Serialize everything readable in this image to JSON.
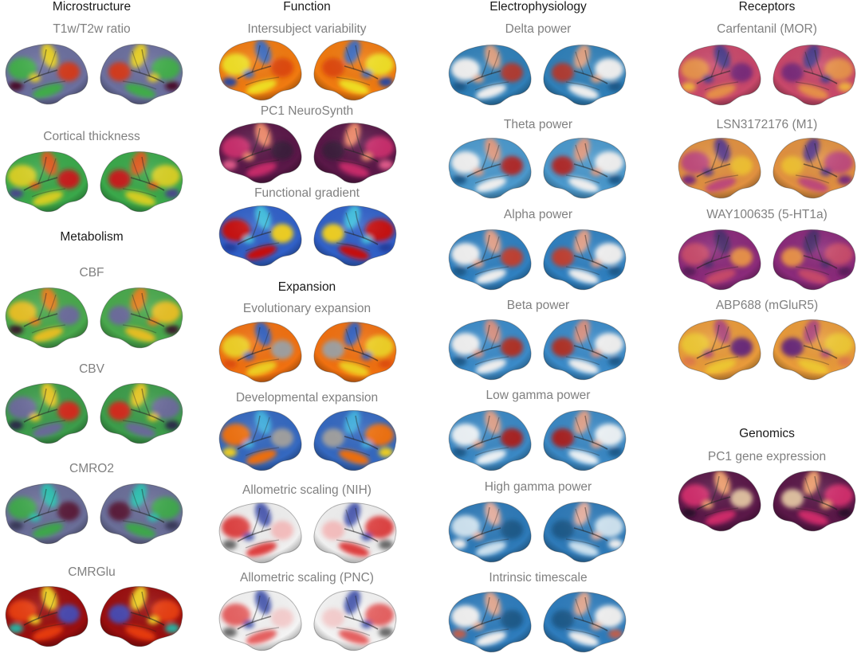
{
  "figure": {
    "columns": [
      {
        "sections": [
          {
            "header": "Microstructure",
            "maps": [
              {
                "label": "T1w/T2w ratio",
                "colormap": [
                  "#6b6f9e",
                  "#3fae4a",
                  "#e8d020",
                  "#d43a1a",
                  "#4a0a2a"
                ]
              },
              {
                "label": "Cortical thickness",
                "colormap": [
                  "#3aa84a",
                  "#d8d020",
                  "#e05a1a",
                  "#c81a1a",
                  "#4a4a8a"
                ]
              }
            ]
          },
          {
            "header": "Metabolism",
            "maps": [
              {
                "label": "CBF",
                "colormap": [
                  "#49a84c",
                  "#e8c020",
                  "#e8801a",
                  "#6c6c9c",
                  "#3a1a2a"
                ]
              },
              {
                "label": "CBV",
                "colormap": [
                  "#3c9c4a",
                  "#6a6a9a",
                  "#e8c820",
                  "#d42a1a",
                  "#2a2a4a"
                ]
              },
              {
                "label": "CMRO2",
                "colormap": [
                  "#6a6e98",
                  "#3ca84c",
                  "#2ac0b0",
                  "#5a1a3a",
                  "#3a3a5a"
                ]
              },
              {
                "label": "CMRGlu",
                "colormap": [
                  "#9a0e0e",
                  "#e83a0a",
                  "#f0d020",
                  "#4a4ab0",
                  "#2ab0a0"
                ]
              }
            ]
          }
        ]
      },
      {
        "sections": [
          {
            "header": "Function",
            "maps": [
              {
                "label": "Intersubject variability",
                "colormap": [
                  "#f07a10",
                  "#f2e020",
                  "#3c6cc0",
                  "#e04a10",
                  "#2a4aa0"
                ]
              },
              {
                "label": "PC1 NeuroSynth",
                "colormap": [
                  "#5a1848",
                  "#c82a6a",
                  "#f08a6a",
                  "#3a1a3a",
                  "#e05a8a"
                ]
              },
              {
                "label": "Functional gradient",
                "colormap": [
                  "#3060c8",
                  "#c81010",
                  "#40c0e0",
                  "#f0d020",
                  "#2040a0"
                ]
              }
            ]
          },
          {
            "header": "Expansion",
            "maps": [
              {
                "label": "Evolutionary expansion",
                "colormap": [
                  "#f07010",
                  "#f0d020",
                  "#3060c0",
                  "#a0a0a0",
                  "#e05010"
                ]
              },
              {
                "label": "Developmental expansion",
                "colormap": [
                  "#3468c0",
                  "#f07010",
                  "#40b0e0",
                  "#a0a0a0",
                  "#f0d020"
                ]
              },
              {
                "label": "Allometric scaling (NIH)",
                "colormap": [
                  "#f0f0f0",
                  "#e04040",
                  "#4858b0",
                  "#f8c0c0",
                  "#6a6a6a"
                ]
              },
              {
                "label": "Allometric scaling (PNC)",
                "colormap": [
                  "#f4f4f4",
                  "#e86060",
                  "#4a5ab0",
                  "#f8d0d0",
                  "#6a6a6a"
                ]
              }
            ]
          }
        ]
      },
      {
        "sections": [
          {
            "header": "Electrophysiology",
            "maps": [
              {
                "label": "Delta power",
                "colormap": [
                  "#2f7fb8",
                  "#f2f2f2",
                  "#e0a080",
                  "#b03a30",
                  "#1a5a8a"
                ]
              },
              {
                "label": "Theta power",
                "colormap": [
                  "#4a98cc",
                  "#f2f2f2",
                  "#e09a80",
                  "#b02a2a",
                  "#1a5a8a"
                ]
              },
              {
                "label": "Alpha power",
                "colormap": [
                  "#2f80c0",
                  "#f2f2f2",
                  "#e4a088",
                  "#c04030",
                  "#1a5a8a"
                ]
              },
              {
                "label": "Beta power",
                "colormap": [
                  "#3a8ac8",
                  "#f2f2f2",
                  "#d89080",
                  "#b03028",
                  "#1a5a8a"
                ]
              },
              {
                "label": "Low gamma power",
                "colormap": [
                  "#3a88c4",
                  "#eef4f8",
                  "#e0a088",
                  "#a82020",
                  "#1a5a8a"
                ]
              },
              {
                "label": "High gamma power",
                "colormap": [
                  "#2e7ab8",
                  "#cfe4f2",
                  "#e8b0a0",
                  "#1a5a8a",
                  "#f2f2f2"
                ]
              },
              {
                "label": "Intrinsic timescale",
                "colormap": [
                  "#2e7cbc",
                  "#f2f2f2",
                  "#e4a890",
                  "#1a5a8a",
                  "#c06050"
                ]
              }
            ]
          }
        ]
      },
      {
        "sections": [
          {
            "header": "Receptors",
            "maps": [
              {
                "label": "Carfentanil (MOR)",
                "colormap": [
                  "#c8486a",
                  "#e8904a",
                  "#4a3a8a",
                  "#7a2a7a",
                  "#f0b040"
                ]
              },
              {
                "label": "LSN3172176 (M1)",
                "colormap": [
                  "#e09040",
                  "#c04a7a",
                  "#5a3a8a",
                  "#f0c030",
                  "#7a2a7a"
                ]
              },
              {
                "label": "WAY100635 (5-HT1a)",
                "colormap": [
                  "#8a2a7a",
                  "#c8486a",
                  "#4a2a6a",
                  "#e8904a",
                  "#5a1a5a"
                ]
              },
              {
                "label": "ABP688 (mGluR5)",
                "colormap": [
                  "#e89a3a",
                  "#f0c830",
                  "#b04a7a",
                  "#6a2a7a",
                  "#e07a4a"
                ]
              }
            ]
          },
          {
            "header": "Genomics",
            "maps": [
              {
                "label": "PC1 gene expression",
                "colormap": [
                  "#5a1848",
                  "#d02a6a",
                  "#f0a070",
                  "#e0c0a0",
                  "#2a0a2a"
                ]
              }
            ]
          }
        ]
      }
    ]
  }
}
